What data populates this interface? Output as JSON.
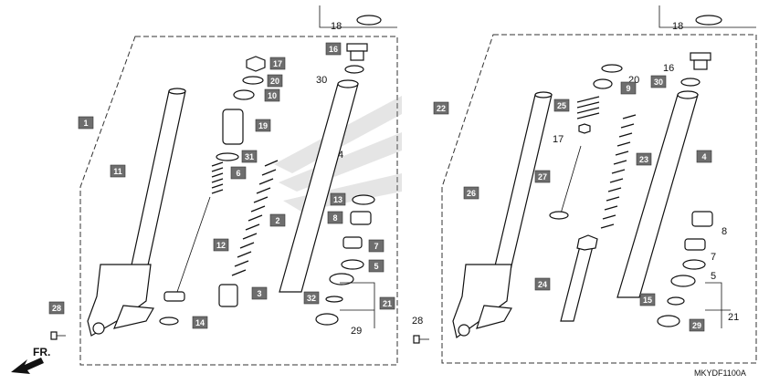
{
  "diagram": {
    "reference_code": "MKYDF1100A",
    "direction_label": "FR.",
    "left_assembly": {
      "labels": [
        {
          "id": "18",
          "boxed": false
        },
        {
          "id": "16",
          "boxed": true
        },
        {
          "id": "30",
          "boxed": false
        },
        {
          "id": "17",
          "boxed": true
        },
        {
          "id": "20",
          "boxed": true
        },
        {
          "id": "10",
          "boxed": true
        },
        {
          "id": "1",
          "boxed": true
        },
        {
          "id": "19",
          "boxed": true
        },
        {
          "id": "31",
          "boxed": true
        },
        {
          "id": "4",
          "boxed": false
        },
        {
          "id": "11",
          "boxed": true
        },
        {
          "id": "6",
          "boxed": true
        },
        {
          "id": "13",
          "boxed": true
        },
        {
          "id": "2",
          "boxed": true
        },
        {
          "id": "8",
          "boxed": true
        },
        {
          "id": "12",
          "boxed": true
        },
        {
          "id": "7",
          "boxed": true
        },
        {
          "id": "5",
          "boxed": true
        },
        {
          "id": "3",
          "boxed": true
        },
        {
          "id": "32",
          "boxed": true
        },
        {
          "id": "21",
          "boxed": true
        },
        {
          "id": "28",
          "boxed": true
        },
        {
          "id": "14",
          "boxed": true
        },
        {
          "id": "29",
          "boxed": false
        }
      ]
    },
    "right_assembly": {
      "labels": [
        {
          "id": "18",
          "boxed": false
        },
        {
          "id": "16",
          "boxed": false
        },
        {
          "id": "20",
          "boxed": false
        },
        {
          "id": "9",
          "boxed": true
        },
        {
          "id": "30",
          "boxed": true
        },
        {
          "id": "22",
          "boxed": true
        },
        {
          "id": "25",
          "boxed": true
        },
        {
          "id": "17",
          "boxed": false
        },
        {
          "id": "23",
          "boxed": true
        },
        {
          "id": "4",
          "boxed": true
        },
        {
          "id": "27",
          "boxed": true
        },
        {
          "id": "26",
          "boxed": true
        },
        {
          "id": "8",
          "boxed": false
        },
        {
          "id": "7",
          "boxed": false
        },
        {
          "id": "5",
          "boxed": false
        },
        {
          "id": "24",
          "boxed": true
        },
        {
          "id": "15",
          "boxed": true
        },
        {
          "id": "21",
          "boxed": false
        },
        {
          "id": "28",
          "boxed": false
        },
        {
          "id": "29",
          "boxed": true
        }
      ]
    }
  }
}
